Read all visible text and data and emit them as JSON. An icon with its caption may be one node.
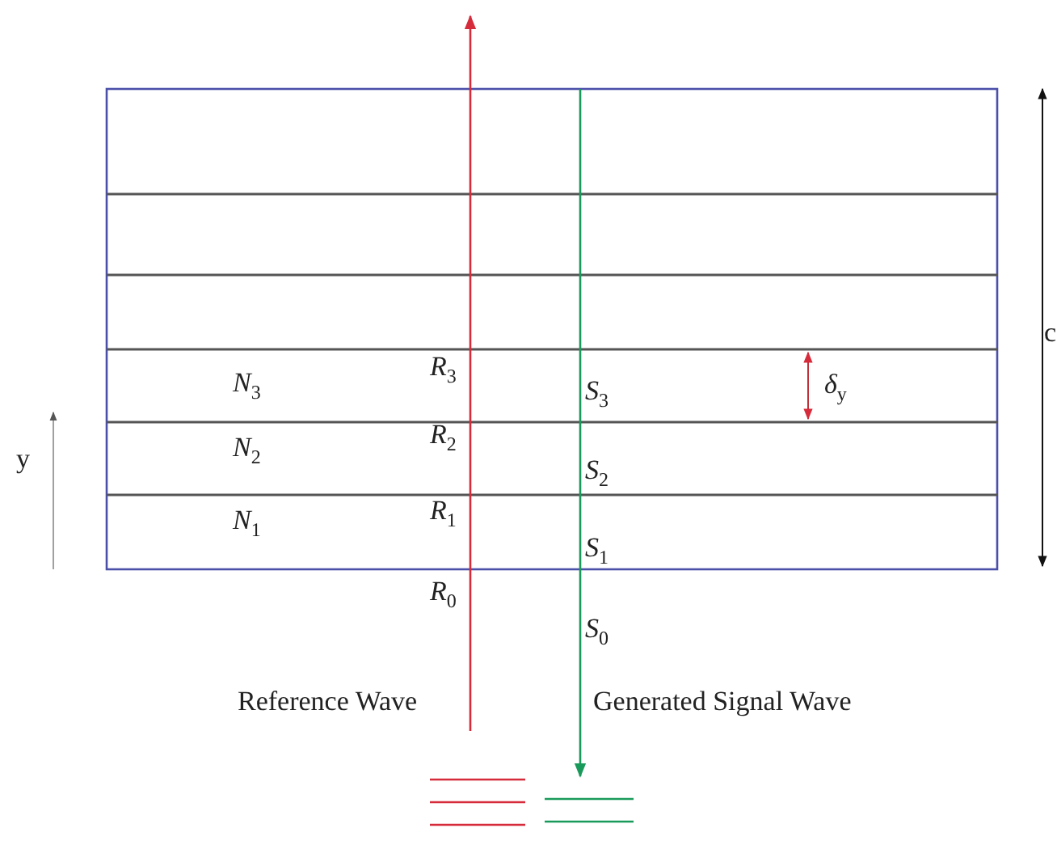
{
  "diagram": {
    "labels": [
      "c",
      "*N*$_{3}$",
      "*R*$_{3}$",
      "*S*$_{3}$",
      "*δ*$_{y}$",
      "y",
      "*N*$_{2}$",
      "*R*$_{2}$",
      "*S*$_{2}$",
      "*N*$_{1}$",
      "*R*$_{1}$",
      "*S*$_{1}$",
      "*R*$_{0}$",
      "*S*$_{0}$",
      "Reference Wave",
      "Generated Signal Wave"
    ]
  }
}
